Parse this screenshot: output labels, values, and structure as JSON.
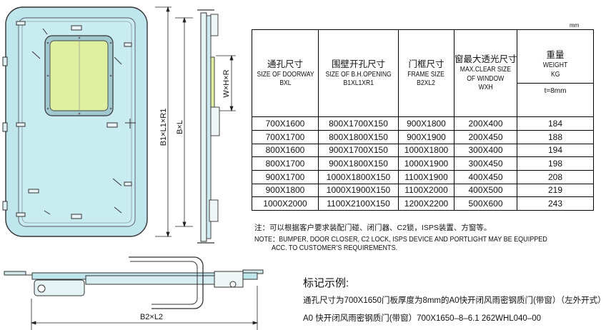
{
  "dimensions": {
    "outer": "B1×L1×R1",
    "inner": "B×L",
    "window": "W×H×R",
    "width_bottom": "B2×L2"
  },
  "unit": "mm",
  "table": {
    "headers": [
      {
        "cn": "通孔尺寸",
        "en1": "SIZE OF DOORWAY",
        "en2": "BXL"
      },
      {
        "cn": "围壁开孔尺寸",
        "en1": "SIZE OF B.H.OPENING",
        "en2": "B1XL1XR1"
      },
      {
        "cn": "门框尺寸",
        "en1": "FRAME SIZE",
        "en2": "B2XL2"
      },
      {
        "cn": "窗最大透光尺寸",
        "en1": "MAX.CLEAR SIZE",
        "en2": "OF WINDOW",
        "en3": "WXH"
      },
      {
        "cn": "重量",
        "en1": "WEIGHT",
        "en2": "KG",
        "sub": "t=8mm"
      }
    ],
    "rows": [
      [
        "700X1600",
        "800X1700X150",
        "900X1800",
        "200X400",
        "184"
      ],
      [
        "700X1700",
        "800X1800X150",
        "900X1900",
        "200X450",
        "188"
      ],
      [
        "800X1600",
        "900X1700X150",
        "1000X1800",
        "300X400",
        "194"
      ],
      [
        "800X1700",
        "900X1800X150",
        "1000X1900",
        "300X450",
        "198"
      ],
      [
        "900X1700",
        "1000X1800X150",
        "1100X1900",
        "400X450",
        "208"
      ],
      [
        "900X1800",
        "1000X1900X150",
        "1100X2000",
        "400X500",
        "219"
      ],
      [
        "1000X2000",
        "1100X2100X150",
        "1200X2200",
        "500X600",
        "243"
      ]
    ]
  },
  "notes": {
    "cn": "注：可以根据客户要求装配门碰、闭门器、C2锁，ISPS装置、方窗等。",
    "en1": "NOTE：BUMPER, DOOR CLOSER, C2 LOCK, ISPS DEVICE AND PORTLIGHT MAY BE  EQUIPPED",
    "en2": "ACC. TO CUSTOMER’S REQUIREMENTS."
  },
  "marking": {
    "title": "标记示例:",
    "line1": "通孔尺寸为700X1650门板厚度为8mm的A0快开闭风雨密钢质门(带窗）（左外开式）",
    "line2": "A0 快开闭风雨密钢质门(带窗）700X1650–8–6.1   262WHL040–00"
  },
  "colors": {
    "door_fill": "#bfe6ec",
    "window_glass": "#dff0a0",
    "line": "#222222"
  }
}
